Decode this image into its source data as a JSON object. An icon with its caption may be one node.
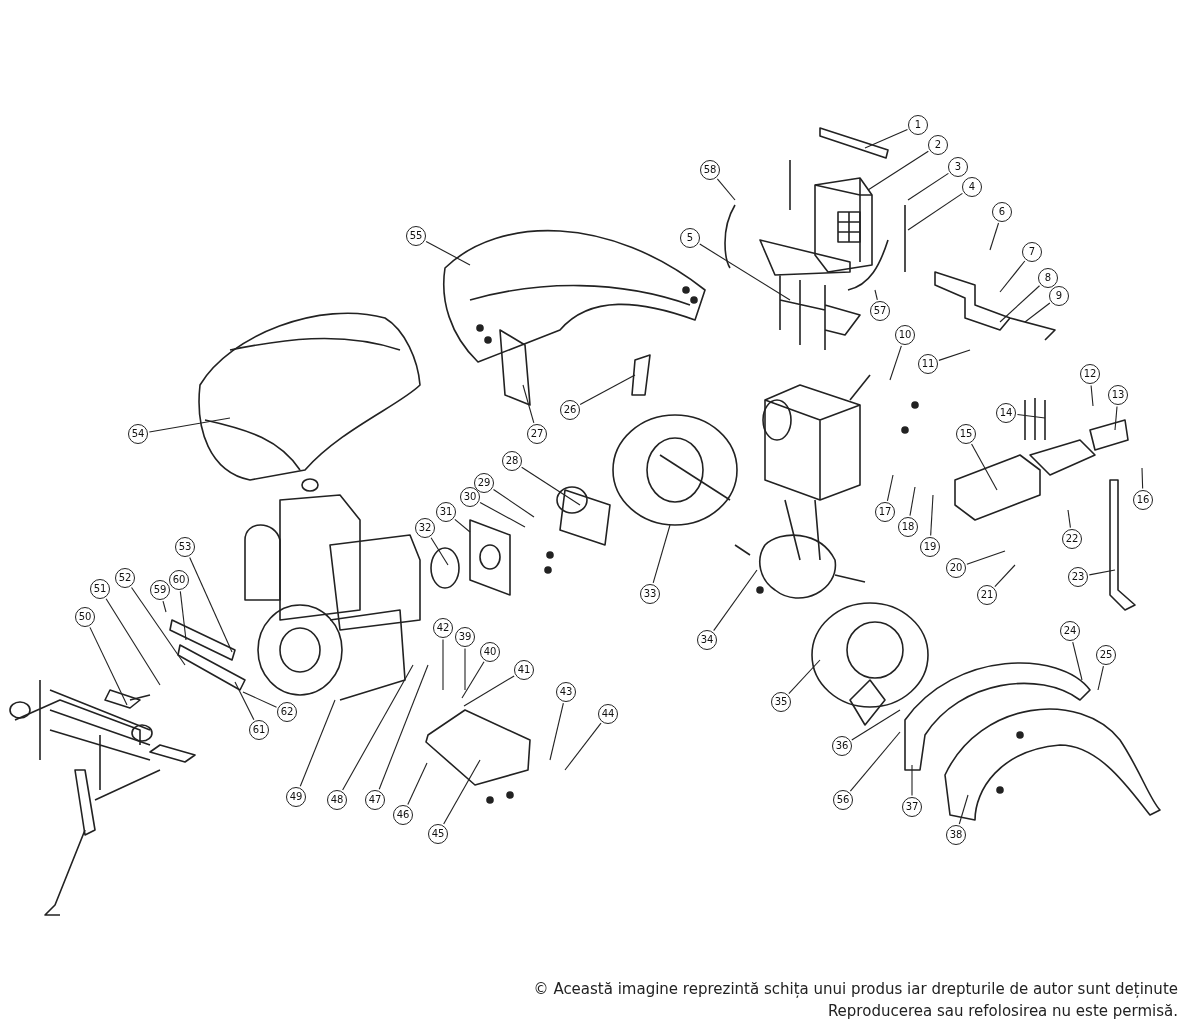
{
  "diagram": {
    "nodes": [
      {
        "text": [
          "1"
        ]
      },
      {
        "text": [
          "2"
        ]
      },
      {
        "text": [
          "3"
        ]
      },
      {
        "text": [
          "4"
        ]
      },
      {
        "text": [
          "5"
        ]
      },
      {
        "text": [
          "6"
        ]
      },
      {
        "text": [
          "7"
        ]
      },
      {
        "text": [
          "8"
        ]
      },
      {
        "text": [
          "9"
        ]
      },
      {
        "text": [
          "10"
        ]
      },
      {
        "text": [
          "11"
        ]
      },
      {
        "text": [
          "12"
        ]
      },
      {
        "text": [
          "13"
        ]
      },
      {
        "text": [
          "14"
        ]
      },
      {
        "text": [
          "15"
        ]
      },
      {
        "text": [
          "16"
        ]
      },
      {
        "text": [
          "17"
        ]
      },
      {
        "text": [
          "18"
        ]
      },
      {
        "text": [
          "19"
        ]
      },
      {
        "text": [
          "20"
        ]
      },
      {
        "text": [
          "21"
        ]
      },
      {
        "text": [
          "22"
        ]
      },
      {
        "text": [
          "23"
        ]
      },
      {
        "text": [
          "24"
        ]
      },
      {
        "text": [
          "25"
        ]
      },
      {
        "text": [
          "26"
        ]
      },
      {
        "text": [
          "27"
        ]
      },
      {
        "text": [
          "28"
        ]
      },
      {
        "text": [
          "29"
        ]
      },
      {
        "text": [
          "30"
        ]
      },
      {
        "text": [
          "31"
        ]
      },
      {
        "text": [
          "32"
        ]
      },
      {
        "text": [
          "33"
        ]
      },
      {
        "text": [
          "34"
        ]
      },
      {
        "text": [
          "35"
        ]
      },
      {
        "text": [
          "36"
        ]
      },
      {
        "text": [
          "37"
        ]
      },
      {
        "text": [
          "38"
        ]
      },
      {
        "text": [
          "39"
        ]
      },
      {
        "text": [
          "40"
        ]
      },
      {
        "text": [
          "41"
        ]
      },
      {
        "text": [
          "42"
        ]
      },
      {
        "text": [
          "43"
        ]
      },
      {
        "text": [
          "44"
        ]
      },
      {
        "text": [
          "45"
        ]
      },
      {
        "text": [
          "46"
        ]
      },
      {
        "text": [
          "47"
        ]
      },
      {
        "text": [
          "48"
        ]
      },
      {
        "text": [
          "49"
        ]
      },
      {
        "text": [
          "50"
        ]
      },
      {
        "text": [
          "51"
        ]
      },
      {
        "text": [
          "52"
        ]
      },
      {
        "text": [
          "53"
        ]
      },
      {
        "text": [
          "54"
        ]
      },
      {
        "text": [
          "55"
        ]
      },
      {
        "text": [
          "56"
        ]
      },
      {
        "text": [
          "57"
        ]
      },
      {
        "text": [
          "58"
        ]
      },
      {
        "text": [
          "59"
        ]
      },
      {
        "text": [
          "60"
        ]
      },
      {
        "text": [
          "61"
        ]
      },
      {
        "text": [
          "62"
        ]
      }
    ],
    "edges": [
      {
        "from": 0,
        "to": null,
        "arrow": "none"
      },
      {
        "from": 1,
        "to": null,
        "arrow": "none"
      },
      {
        "from": 2,
        "to": null,
        "arrow": "none"
      },
      {
        "from": 3,
        "to": null,
        "arrow": "none"
      },
      {
        "from": 4,
        "to": null,
        "arrow": "none"
      },
      {
        "from": 5,
        "to": null,
        "arrow": "none"
      },
      {
        "from": 6,
        "to": null,
        "arrow": "none"
      },
      {
        "from": 7,
        "to": null,
        "arrow": "none"
      },
      {
        "from": 8,
        "to": null,
        "arrow": "none"
      },
      {
        "from": 9,
        "to": null,
        "arrow": "none"
      },
      {
        "from": 10,
        "to": null,
        "arrow": "none"
      },
      {
        "from": 11,
        "to": null,
        "arrow": "none"
      },
      {
        "from": 12,
        "to": null,
        "arrow": "none"
      },
      {
        "from": 13,
        "to": null,
        "arrow": "none"
      },
      {
        "from": 14,
        "to": null,
        "arrow": "none"
      },
      {
        "from": 15,
        "to": null,
        "arrow": "none"
      },
      {
        "from": 16,
        "to": null,
        "arrow": "none"
      },
      {
        "from": 17,
        "to": null,
        "arrow": "none"
      },
      {
        "from": 18,
        "to": null,
        "arrow": "none"
      },
      {
        "from": 19,
        "to": null,
        "arrow": "none"
      },
      {
        "from": 20,
        "to": null,
        "arrow": "none"
      },
      {
        "from": 21,
        "to": null,
        "arrow": "none"
      },
      {
        "from": 22,
        "to": null,
        "arrow": "none"
      },
      {
        "from": 23,
        "to": null,
        "arrow": "none"
      },
      {
        "from": 24,
        "to": null,
        "arrow": "none"
      },
      {
        "from": 25,
        "to": null,
        "arrow": "none"
      },
      {
        "from": 26,
        "to": null,
        "arrow": "none"
      },
      {
        "from": 27,
        "to": null,
        "arrow": "none"
      },
      {
        "from": 28,
        "to": null,
        "arrow": "none"
      },
      {
        "from": 29,
        "to": null,
        "arrow": "none"
      },
      {
        "from": 30,
        "to": null,
        "arrow": "none"
      },
      {
        "from": 31,
        "to": null,
        "arrow": "none"
      },
      {
        "from": 32,
        "to": null,
        "arrow": "none"
      },
      {
        "from": 33,
        "to": null,
        "arrow": "none"
      },
      {
        "from": 34,
        "to": null,
        "arrow": "none"
      },
      {
        "from": 35,
        "to": null,
        "arrow": "none"
      },
      {
        "from": 36,
        "to": null,
        "arrow": "none"
      },
      {
        "from": 37,
        "to": null,
        "arrow": "none"
      },
      {
        "from": 38,
        "to": null,
        "arrow": "none"
      },
      {
        "from": 39,
        "to": null,
        "arrow": "none"
      },
      {
        "from": 40,
        "to": null,
        "arrow": "none"
      },
      {
        "from": 41,
        "to": null,
        "arrow": "none"
      },
      {
        "from": 42,
        "to": null,
        "arrow": "none"
      },
      {
        "from": 43,
        "to": null,
        "arrow": "none"
      },
      {
        "from": 44,
        "to": null,
        "arrow": "none"
      },
      {
        "from": 45,
        "to": null,
        "arrow": "none"
      },
      {
        "from": 46,
        "to": null,
        "arrow": "none"
      },
      {
        "from": 47,
        "to": null,
        "arrow": "none"
      },
      {
        "from": 48,
        "to": null,
        "arrow": "none"
      },
      {
        "from": 49,
        "to": null,
        "arrow": "none"
      },
      {
        "from": 50,
        "to": null,
        "arrow": "none"
      },
      {
        "from": 51,
        "to": null,
        "arrow": "none"
      },
      {
        "from": 52,
        "to": null,
        "arrow": "none"
      },
      {
        "from": 53,
        "to": null,
        "arrow": "none"
      },
      {
        "from": 54,
        "to": null,
        "arrow": "none"
      },
      {
        "from": 55,
        "to": null,
        "arrow": "none"
      },
      {
        "from": 56,
        "to": null,
        "arrow": "none"
      },
      {
        "from": 57,
        "to": null,
        "arrow": "none"
      },
      {
        "from": 58,
        "to": null,
        "arrow": "none"
      },
      {
        "from": 59,
        "to": null,
        "arrow": "none"
      },
      {
        "from": 60,
        "to": null,
        "arrow": "none"
      },
      {
        "from": 61,
        "to": null,
        "arrow": "none"
      }
    ],
    "labels": [
      "© Această imagine reprezintă schița unui produs iar drepturile de autor sunt deținute",
      "Reproducerea sau refolosirea nu este permisă."
    ]
  }
}
